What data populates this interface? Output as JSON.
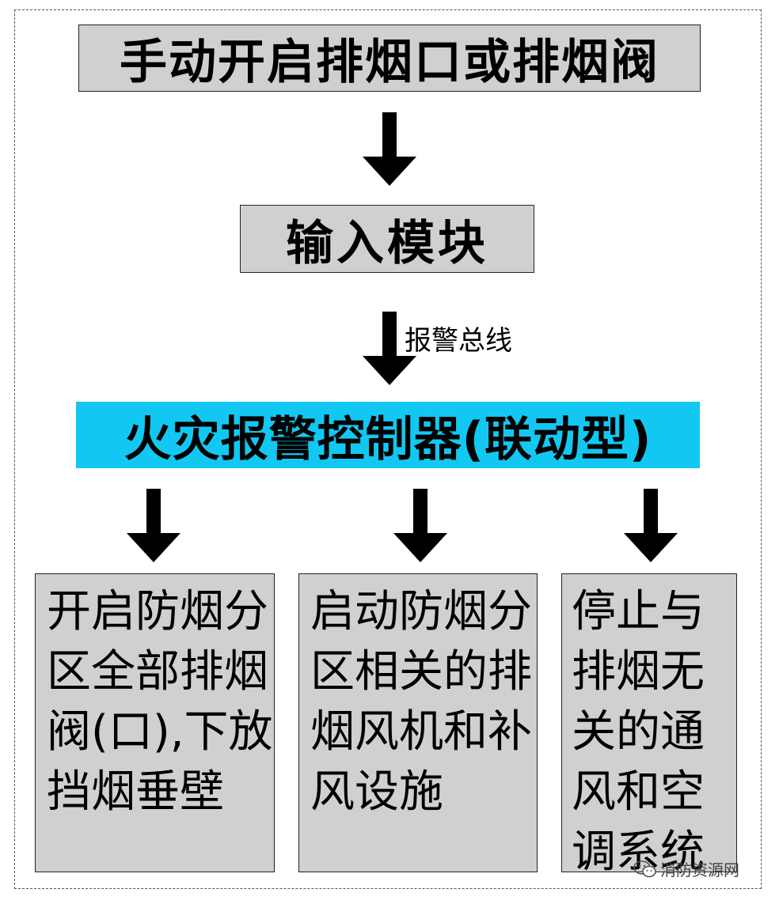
{
  "diagram": {
    "top_box": "手动开启排烟口或排烟阀",
    "input_module": "输入模块",
    "bus_label": "报警总线",
    "controller": "火灾报警控制器(联动型)",
    "actions": [
      "开启防烟分区全部排烟阀(口),下放挡烟垂壁",
      "启动防烟分区相关的排烟风机和补风设施",
      "停止与排烟无关的通风和空调系统"
    ]
  },
  "watermark": {
    "icon": "wechat-icon",
    "text": "消防资源网"
  },
  "colors": {
    "box_fill": "#d0d0d0",
    "controller_fill": "#12c8f2",
    "arrow": "#000000"
  }
}
